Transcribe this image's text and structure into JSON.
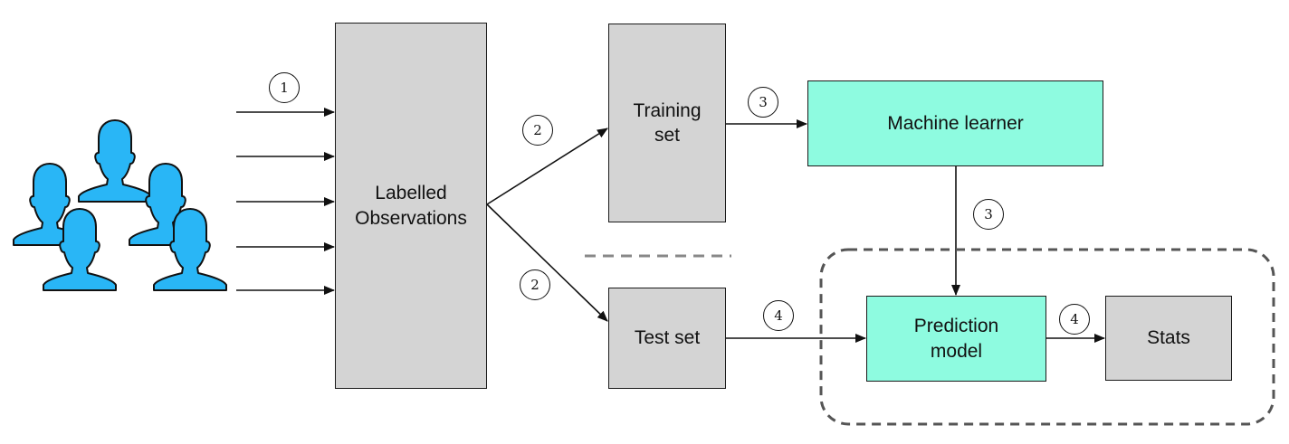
{
  "colors": {
    "person_fill": "#29b6f6",
    "stroke": "#111111",
    "gray_box": "#d4d4d4",
    "mint_box": "#8efbe0",
    "dashed_line": "#888888",
    "dashed_region": "#555555"
  },
  "nodes": {
    "labelled_observations": {
      "label": "Labelled\nObservations"
    },
    "training_set": {
      "label": "Training\nset"
    },
    "test_set": {
      "label": "Test set"
    },
    "machine_learner": {
      "label": "Machine learner"
    },
    "prediction_model": {
      "label": "Prediction\nmodel"
    },
    "stats": {
      "label": "Stats"
    }
  },
  "steps": {
    "collect": "1",
    "split_train": "2",
    "split_test": "2",
    "train": "3",
    "produce_model": "3",
    "evaluate_input": "4",
    "evaluate_output": "4"
  },
  "icons": {
    "people": "people-group-icon"
  }
}
